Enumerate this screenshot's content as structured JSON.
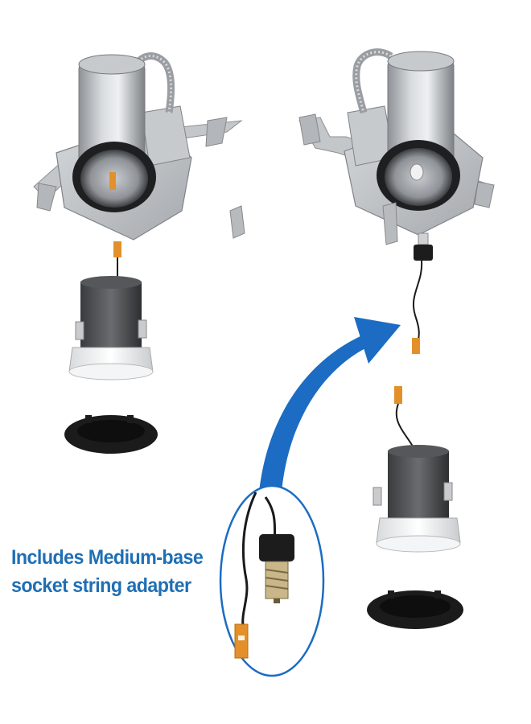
{
  "caption": {
    "line1": "Includes Medium-base",
    "line2": "socket string adapter"
  },
  "colors": {
    "caption_blue": "#1f6fb4",
    "arrow_blue": "#1b6cc2",
    "connector_orange": "#e3902a",
    "trim_black": "#1b1b1b",
    "housing_silver": "#b9bcc0"
  },
  "icons": {
    "arrow": "curved-arrow-icon",
    "magnifier": "magnified-detail-circle"
  }
}
